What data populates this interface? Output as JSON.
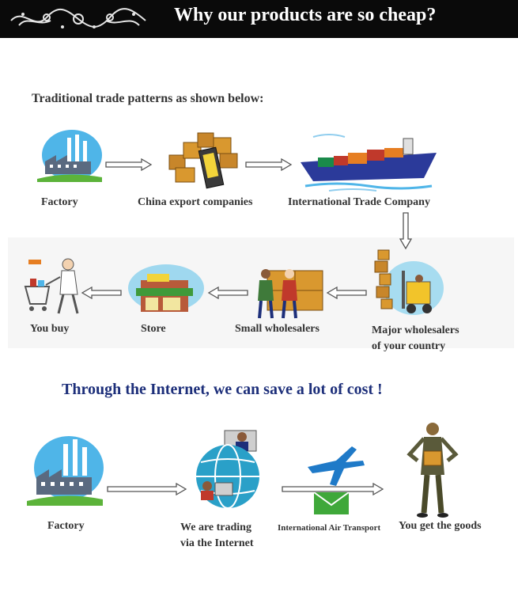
{
  "header": {
    "title": "Why our products are so cheap?"
  },
  "traditional": {
    "intro": "Traditional trade patterns as shown below:",
    "steps": {
      "factory": "Factory",
      "export": "China export companies",
      "trade": "International Trade Company",
      "major": "Major wholesalers\nof your country",
      "small": "Small wholesalers",
      "store": "Store",
      "buyer": "You buy"
    }
  },
  "internet": {
    "title": "Through the Internet, we can save a lot of cost !",
    "steps": {
      "factory": "Factory",
      "trading": "We are trading\nvia the Internet",
      "air": "International Air Transport",
      "goods": "You get the goods"
    }
  },
  "colors": {
    "header_bg": "#0a0a0a",
    "title_blue": "#1d2f7a",
    "sky": "#4fb5e8",
    "grass": "#5cb33a"
  }
}
